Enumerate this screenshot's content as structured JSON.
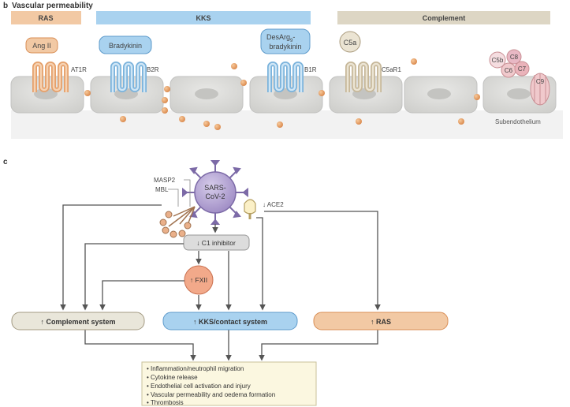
{
  "panel_b": {
    "letter": "b",
    "title": "Vascular permeability",
    "headers": {
      "ras": "RAS",
      "kks": "KKS",
      "complement": "Complement"
    },
    "ligands": {
      "ang2": "Ang II",
      "bradykinin": "Bradykinin",
      "desarg_line1": "DesArg",
      "desarg_sub": "9",
      "desarg_line1_end": "-",
      "desarg_line2": "bradykinin",
      "c5a": "C5a"
    },
    "receptors": {
      "at1r": "AT1R",
      "b2r": "B2R",
      "b1r": "B1R",
      "c5ar1": "C5aR1"
    },
    "mac": {
      "c5b": "C5b",
      "c8": "C8",
      "c6": "C6",
      "c7": "C7",
      "c9": "C9"
    },
    "subendothelium": "Subendothelium"
  },
  "panel_c": {
    "letter": "c",
    "masp2": "MASP2",
    "mbl": "MBL",
    "virus_line1": "SARS-",
    "virus_line2": "CoV-2",
    "ace2": "↓ ACE2",
    "c1_inhibitor": "↓ C1 inhibitor",
    "fxii": "↑ FXII",
    "complement_system": "↑ Complement system",
    "kks_system": "↑ KKS/contact system",
    "ras": "↑ RAS",
    "outcomes": [
      "• Inflammation/neutrophil migration",
      "• Cytokine release",
      "• Endothelial cell activation and injury",
      "• Vascular permeability and oedema formation",
      "• Thrombosis"
    ]
  },
  "colors": {
    "ras": "#f2c9a4",
    "ras_receptor": "#e5a06b",
    "kks": "#a9d2ef",
    "kks_receptor": "#7bb3dc",
    "complement": "#ddd6c4",
    "complement_receptor": "#c7b89a",
    "mac": "#f0c9cc",
    "cell": "#dcdcda",
    "particle": "#e8a46a",
    "fxii": "#f2a98a",
    "outcome_box": "#fbf7e0",
    "virus": "#b7a7d3"
  }
}
